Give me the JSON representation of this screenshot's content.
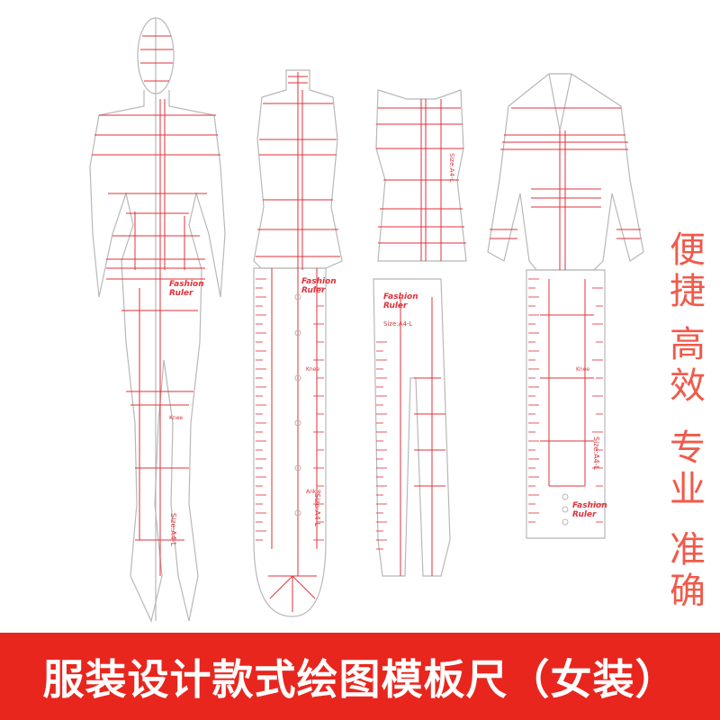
{
  "banner": {
    "title": "服装设计款式绘图模板尺（女装）"
  },
  "side_text": [
    "便捷",
    "高效",
    "专业",
    "准确"
  ],
  "labels": {
    "brand_line1": "Fashion",
    "brand_line2": "Ruler",
    "size": "Size:A4-L",
    "knee": "Knee",
    "ankle": "Ankle"
  },
  "colors": {
    "accent": "#e8261e",
    "line_red": "#e0323a",
    "outline": "#b8b8b8",
    "text_accent": "#f05a4a"
  }
}
